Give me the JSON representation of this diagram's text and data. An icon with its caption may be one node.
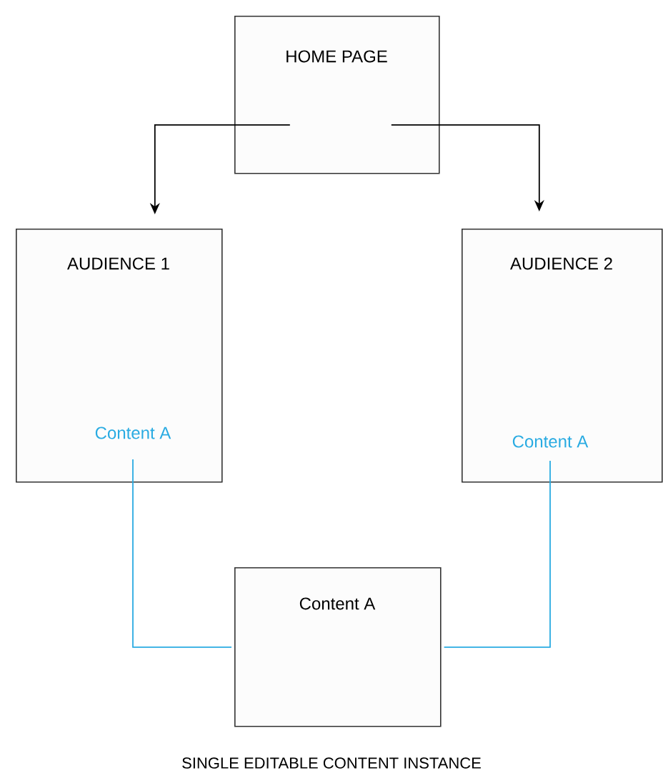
{
  "diagram": {
    "caption": "SINGLE EDITABLE CONTENT INSTANCE",
    "nodes": [
      {
        "text": [
          "HOME PAGE"
        ]
      },
      {
        "text": [
          "AUDIENCE 1"
        ]
      },
      {
        "text": [
          "AUDIENCE 2"
        ]
      },
      {
        "text": [
          "Content A"
        ],
        "in": 1
      },
      {
        "text": [
          "Content A"
        ],
        "in": 2
      },
      {
        "text": [
          "Content A"
        ]
      }
    ],
    "edges": [
      {
        "from": 0,
        "to": 1,
        "arrow": "to"
      },
      {
        "from": 0,
        "to": 2,
        "arrow": "to"
      },
      {
        "from": 3,
        "to": 5,
        "arrow": "none",
        "color": "#29abe2"
      },
      {
        "from": 4,
        "to": 5,
        "arrow": "none",
        "color": "#29abe2"
      }
    ]
  }
}
